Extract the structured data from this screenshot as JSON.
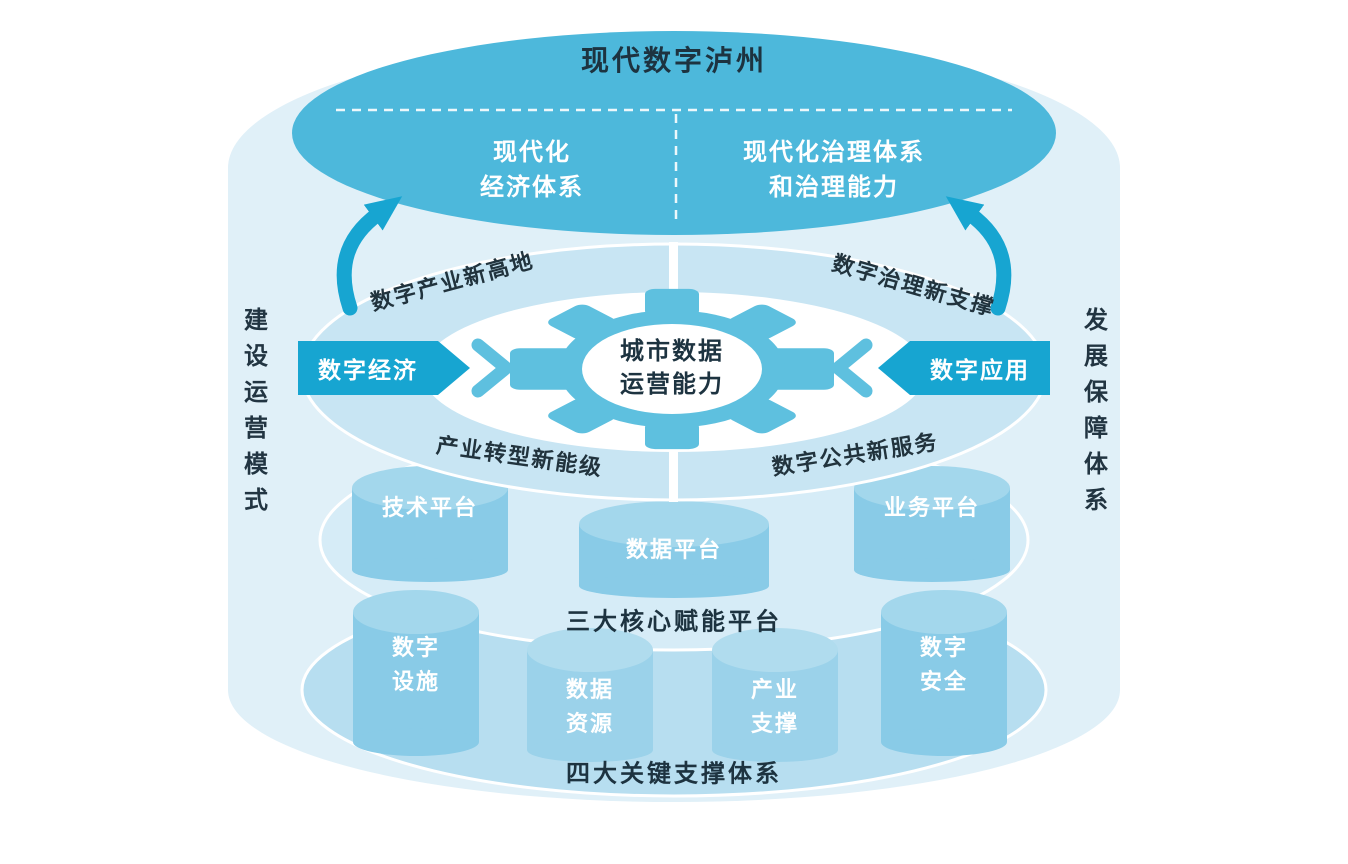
{
  "diagram": {
    "title": "现代数字泸州",
    "top_goals": {
      "left_line1": "现代化",
      "left_line2": "经济体系",
      "right_line1": "现代化治理体系",
      "right_line2": "和治理能力"
    },
    "ring_labels": {
      "top_left": "数字产业新高地",
      "top_right": "数字治理新支撑",
      "bottom_left": "产业转型新能级",
      "bottom_right": "数字公共新服务"
    },
    "core": {
      "line1": "城市数据",
      "line2": "运营能力"
    },
    "banners": {
      "left": "数字经济",
      "right": "数字应用"
    },
    "side_labels": {
      "left": "建设运营模式",
      "right": "发展保障体系"
    },
    "platform_layer": {
      "caption": "三大核心赋能平台",
      "items": [
        {
          "label": "技术平台"
        },
        {
          "label": "数据平台"
        },
        {
          "label": "业务平台"
        }
      ]
    },
    "support_layer": {
      "caption": "四大关键支撑体系",
      "items": [
        {
          "line1": "数字",
          "line2": "设施"
        },
        {
          "line1": "数据",
          "line2": "资源"
        },
        {
          "line1": "产业",
          "line2": "支撑"
        },
        {
          "line1": "数字",
          "line2": "安全"
        }
      ]
    },
    "colors": {
      "accent_cyan": "#17a5d1",
      "top_ellipse": "#4db8db",
      "ring_band": "#c8e5f3",
      "gear_blue": "#5ec0df",
      "silhouette": "#e0f0f8",
      "bottom_disc": "#b7def0",
      "middle_disc": "#d6ecf7",
      "cylinder": "#89cbe7"
    }
  }
}
